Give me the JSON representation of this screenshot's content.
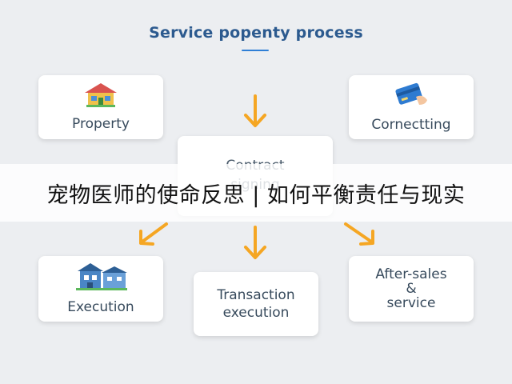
{
  "diagram": {
    "title": "Service popenty process",
    "nodes": {
      "property": {
        "label": "Property",
        "icon": "house-icon"
      },
      "connecting": {
        "label": "Cornectting",
        "icon": "card-payment-icon"
      },
      "contract": {
        "label_line1": "Contract",
        "label_line2": "signing"
      },
      "execution": {
        "label": "Execution",
        "icon": "building-icon"
      },
      "transaction": {
        "label_line1": "Transaction",
        "label_line2": "execution"
      },
      "aftersales": {
        "label_line1": "After-sales",
        "label_line2": "&",
        "label_line3": "service"
      }
    },
    "arrow_color": "#f5a623"
  },
  "banner": {
    "text": "宠物医师的使命反思 | 如何平衡责任与现实"
  }
}
